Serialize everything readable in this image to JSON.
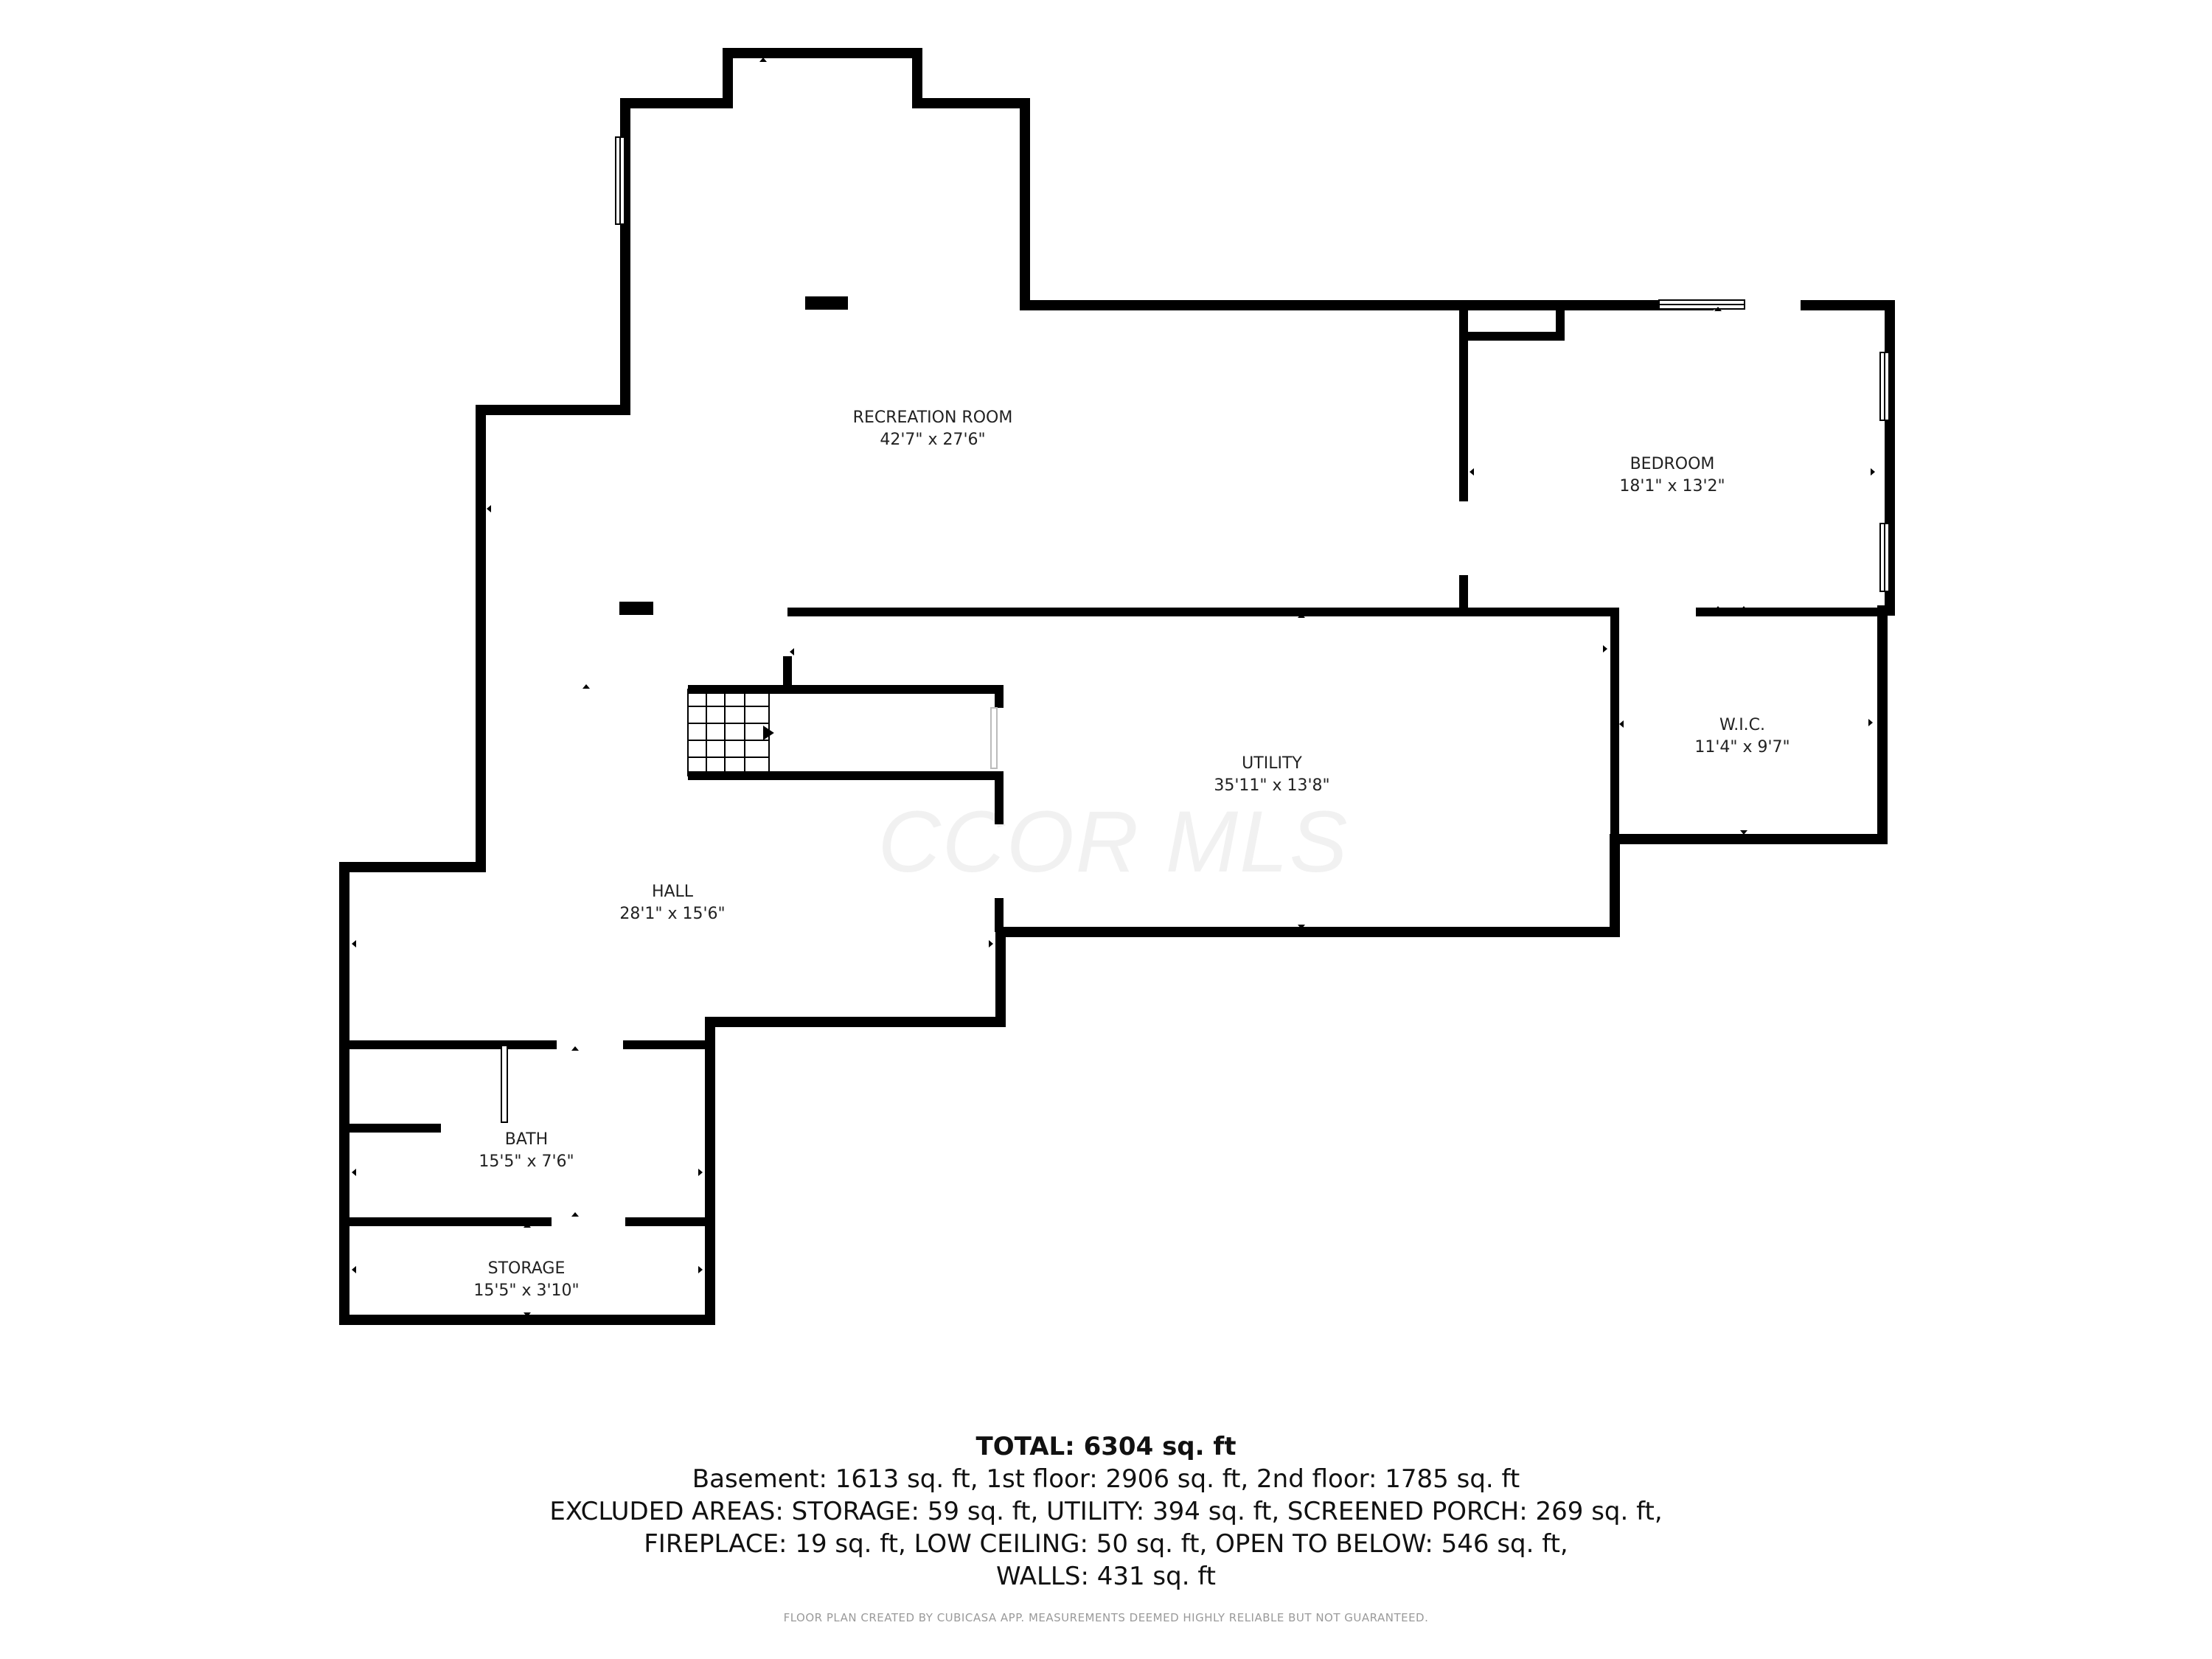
{
  "watermark": "CCOR MLS",
  "rooms": {
    "recreation": {
      "name": "RECREATION ROOM",
      "dims": "42'7\" x 27'6\""
    },
    "bedroom": {
      "name": "BEDROOM",
      "dims": "18'1\" x 13'2\""
    },
    "utility": {
      "name": "UTILITY",
      "dims": "35'11\" x 13'8\""
    },
    "wic": {
      "name": "W.I.C.",
      "dims": "11'4\" x 9'7\""
    },
    "hall": {
      "name": "HALL",
      "dims": "28'1\" x 15'6\""
    },
    "bath": {
      "name": "BATH",
      "dims": "15'5\" x 7'6\""
    },
    "storage": {
      "name": "STORAGE",
      "dims": "15'5\" x 3'10\""
    }
  },
  "summary": {
    "total": "TOTAL: 6304 sq. ft",
    "floors": "Basement: 1613 sq. ft, 1st floor: 2906 sq. ft, 2nd floor: 1785 sq. ft",
    "excluded_1": "EXCLUDED AREAS: STORAGE: 59 sq. ft, UTILITY: 394 sq. ft, SCREENED PORCH: 269 sq. ft,",
    "excluded_2": "FIREPLACE: 19 sq. ft, LOW CEILING: 50 sq. ft, OPEN TO BELOW: 546 sq. ft,",
    "excluded_3": "WALLS: 431 sq. ft"
  },
  "footnote": "FLOOR PLAN CREATED BY CUBICASA APP. MEASUREMENTS DEEMED HIGHLY RELIABLE BUT NOT GUARANTEED.",
  "colors": {
    "wall": "#000000",
    "text": "#222222",
    "watermark": "#f1f1f1"
  }
}
